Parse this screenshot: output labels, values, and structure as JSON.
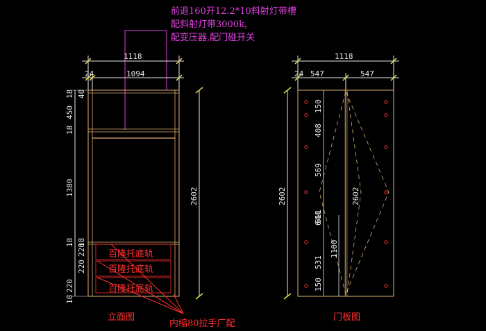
{
  "notes": {
    "line1": "前退160开12.2*10斜射灯带槽",
    "line2": "配斜射灯带3000k,",
    "line3": "配变压器,配门碰开关"
  },
  "elevation": {
    "title": "立面图",
    "overall_width": "1118",
    "side_thickness": "24",
    "inner_width": "1094",
    "overall_height": "2602",
    "vertical_dims": [
      "18",
      "40",
      "450",
      "18",
      "1380",
      "18",
      "220",
      "220",
      "18",
      "220",
      "18"
    ],
    "drawer_labels": [
      "百隆托底轨",
      "百隆托底轨",
      "百隆托底轨"
    ],
    "pull_note": "内缩80拉手厂配"
  },
  "door": {
    "title": "门板图",
    "overall_width": "1118",
    "side_thickness": "24",
    "left_width": "547",
    "right_width": "547",
    "overall_height_left": "2602",
    "overall_height_center": "2602",
    "vertical_dims": [
      "150",
      "408",
      "569",
      "644",
      "531",
      "150"
    ],
    "handle_height": "1100",
    "extra_dim": "611"
  },
  "colors": {
    "lines": "#e8e8e8",
    "magenta": "#e040e0",
    "red": "#ff3030",
    "tan": "#e0b070",
    "yellow": "#e8e050"
  }
}
